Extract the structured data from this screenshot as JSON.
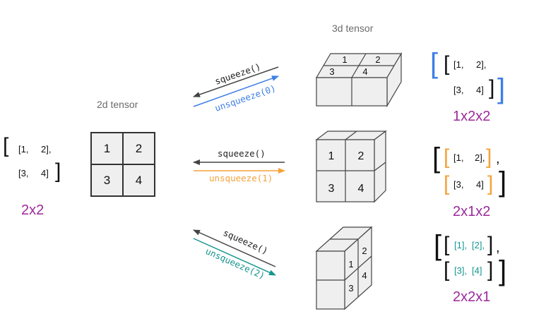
{
  "headers": {
    "t2d": "2d tensor",
    "t3d": "3d tensor"
  },
  "tensor2d": {
    "cells": [
      "1",
      "2",
      "3",
      "4"
    ],
    "shape": "2x2",
    "text": {
      "rows": [
        "[1,",
        "2],",
        "[3,",
        "4]"
      ],
      "open": "[",
      "close": "]"
    }
  },
  "ops": [
    {
      "squeeze": "squeeze()",
      "unsqueeze": "unsqueeze(0)",
      "unsqueeze_color": "#3f7fe6"
    },
    {
      "squeeze": "squeeze()",
      "unsqueeze": "unsqueeze(1)",
      "unsqueeze_color": "#f5a23a"
    },
    {
      "squeeze": "squeeze()",
      "unsqueeze": "unsqueeze(2)",
      "unsqueeze_color": "#15958f"
    }
  ],
  "results": [
    {
      "shape": "1x2x2",
      "cube_labels": [
        "1",
        "2",
        "3",
        "4"
      ],
      "text": [
        "[1,",
        "2],",
        "[3,",
        "4]"
      ],
      "bracket_color": "#3f7fe6"
    },
    {
      "shape": "2x1x2",
      "cube_labels": [
        "1",
        "2",
        "3",
        "4"
      ],
      "text": [
        "[1,",
        "2],",
        "[3,",
        "4]"
      ],
      "bracket_color": "#f5a23a"
    },
    {
      "shape": "2x2x1",
      "cube_labels": [
        "1",
        "2",
        "3",
        "4"
      ],
      "text": [
        "[1],",
        "[2],",
        "[3],",
        "[4]"
      ],
      "bracket_color": "#15958f"
    }
  ],
  "colors": {
    "shape_label": "#9b2a9b",
    "arrow_dark": "#444444",
    "cube_fill": "#efefef"
  }
}
